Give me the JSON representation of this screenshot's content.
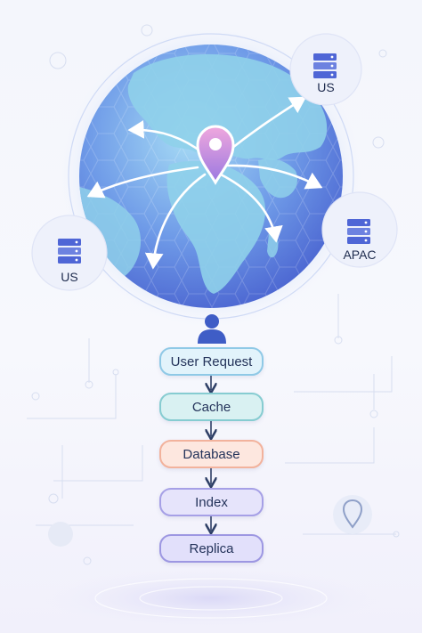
{
  "regions": [
    {
      "id": "us-east",
      "label": "US"
    },
    {
      "id": "us-west",
      "label": "US"
    },
    {
      "id": "apac",
      "label": "APAC"
    }
  ],
  "flow": [
    {
      "id": "user-request",
      "label": "User Request"
    },
    {
      "id": "cache",
      "label": "Cache"
    },
    {
      "id": "database",
      "label": "Database"
    },
    {
      "id": "index",
      "label": "Index"
    },
    {
      "id": "replica",
      "label": "Replica"
    }
  ],
  "colors": {
    "globe_ocean": "#5b86e0",
    "globe_land": "#8fd0ea",
    "pin": "#d989d6",
    "user_icon": "#3f5dc6",
    "arrow": "#2e3f66",
    "server_icon": "#4f66d6"
  },
  "icons": [
    "globe-icon",
    "location-pin-icon",
    "user-icon",
    "server-icon"
  ]
}
